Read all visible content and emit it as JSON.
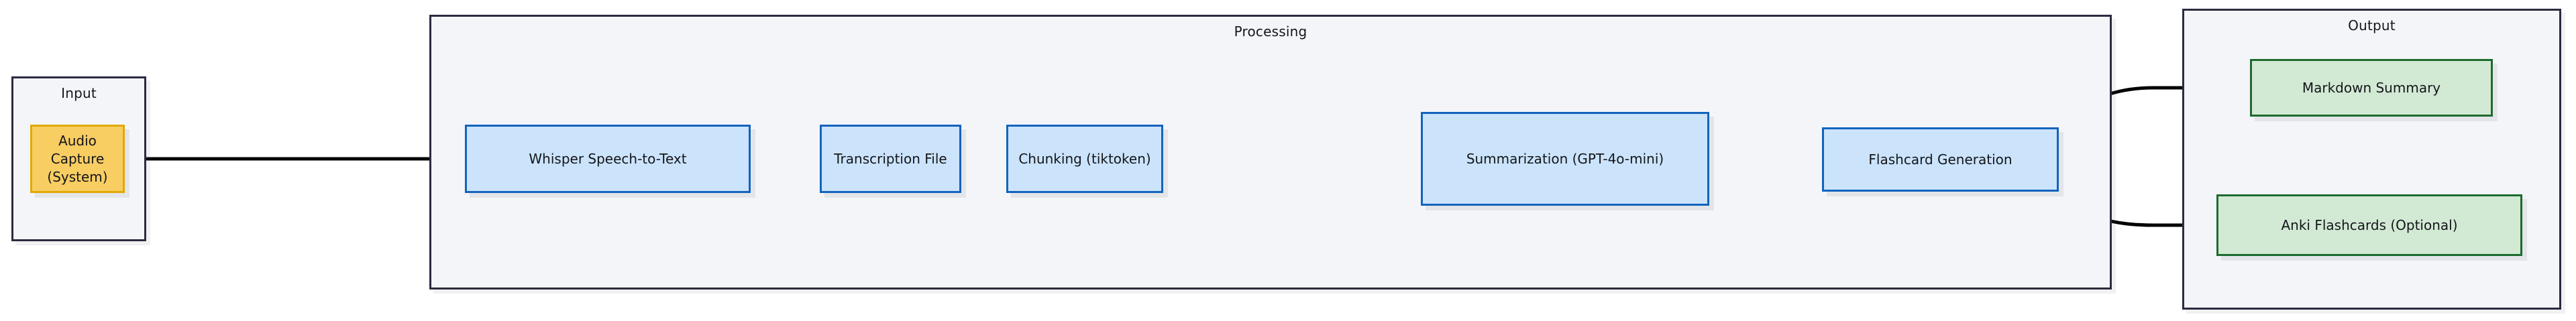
{
  "diagram": {
    "type": "flowchart",
    "direction": "left-to-right",
    "clusters": [
      {
        "id": "input",
        "title": "Input"
      },
      {
        "id": "processing",
        "title": "Processing"
      },
      {
        "id": "output",
        "title": "Output"
      }
    ],
    "nodes": [
      {
        "id": "audio_capture",
        "label": "Audio Capture (System)",
        "cluster": "input",
        "fill": "#f8cd62",
        "stroke": "#e0a800"
      },
      {
        "id": "whisper",
        "label": "Whisper Speech-to-Text",
        "cluster": "processing",
        "fill": "#cbe4fb",
        "stroke": "#1264bd"
      },
      {
        "id": "transcription",
        "label": "Transcription File",
        "cluster": "processing",
        "fill": "#cbe4fb",
        "stroke": "#1264bd"
      },
      {
        "id": "chunking",
        "label": "Chunking (tiktoken)",
        "cluster": "processing",
        "fill": "#cbe4fb",
        "stroke": "#1264bd"
      },
      {
        "id": "summarization",
        "label": "Summarization (GPT-4o-mini)",
        "cluster": "processing",
        "fill": "#cbe4fb",
        "stroke": "#1264bd"
      },
      {
        "id": "flashcard_gen",
        "label": "Flashcard Generation",
        "cluster": "processing",
        "fill": "#cbe4fb",
        "stroke": "#1264bd"
      },
      {
        "id": "markdown_summary",
        "label": "Markdown Summary",
        "cluster": "output",
        "fill": "#d2ead4",
        "stroke": "#1d6b2e"
      },
      {
        "id": "anki_flashcards",
        "label": "Anki Flashcards (Optional)",
        "cluster": "output",
        "fill": "#d2ead4",
        "stroke": "#1d6b2e"
      }
    ],
    "edges": [
      {
        "from": "audio_capture",
        "to": "whisper",
        "label": ""
      },
      {
        "from": "whisper",
        "to": "transcription",
        "label": ""
      },
      {
        "from": "transcription",
        "to": "chunking",
        "label": ""
      },
      {
        "from": "chunking",
        "to": "summarization",
        "label": ""
      },
      {
        "from": "summarization",
        "to": "flashcard_gen",
        "label": ""
      },
      {
        "from": "flashcard_gen",
        "to": "markdown_summary",
        "label": ""
      },
      {
        "from": "flashcard_gen",
        "to": "anki_flashcards",
        "label": ""
      }
    ],
    "colors": {
      "cluster_fill": "#f4f5f9",
      "cluster_stroke": "#2b2b40",
      "edge_stroke": "#000000",
      "text": "#14151a"
    }
  }
}
